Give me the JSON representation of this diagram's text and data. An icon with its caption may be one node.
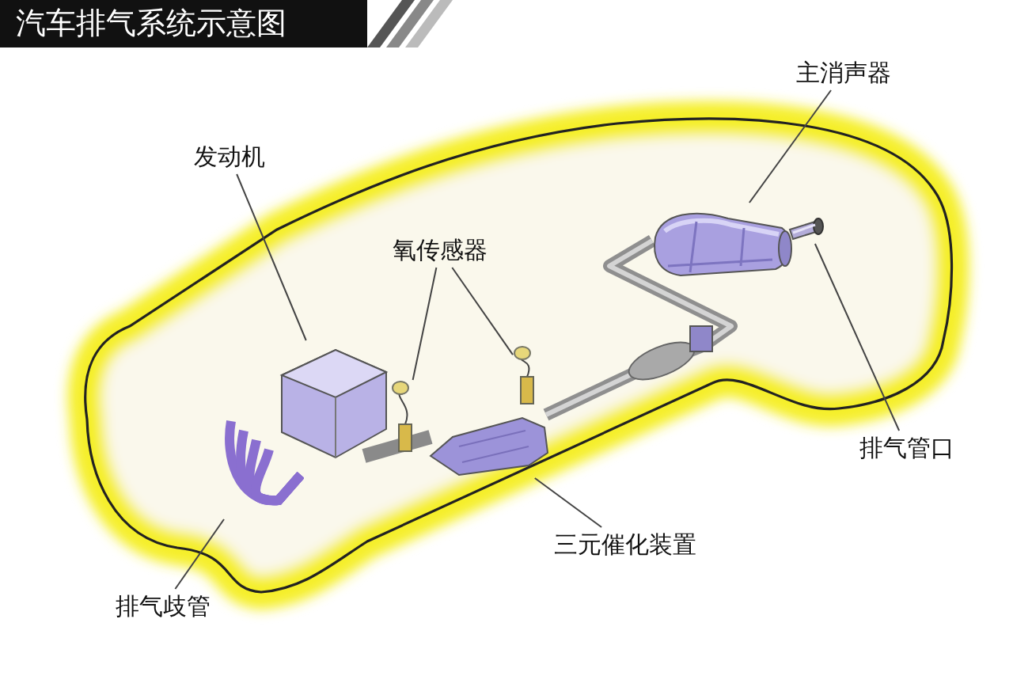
{
  "diagram": {
    "title": "汽车排气系统示意图",
    "nodes": [
      {
        "text": [
          "发动机"
        ]
      },
      {
        "text": [],
        "shape": "picture"
      },
      {
        "text": [
          "氧传感器"
        ]
      },
      {
        "text": [],
        "shape": "picture"
      },
      {
        "text": [],
        "shape": "picture"
      },
      {
        "text": [
          "主消声器"
        ]
      },
      {
        "text": [],
        "shape": "picture"
      },
      {
        "text": [
          "排气管口"
        ]
      },
      {
        "text": [],
        "shape": "picture"
      },
      {
        "text": [
          "三元催化装置"
        ]
      },
      {
        "text": [],
        "shape": "picture"
      },
      {
        "text": [
          "排气歧管"
        ]
      },
      {
        "text": [],
        "shape": "picture"
      }
    ],
    "edges": [
      {
        "from": 0,
        "to": 1,
        "arrow": "none"
      },
      {
        "from": 2,
        "to": 3,
        "arrow": "none"
      },
      {
        "from": 2,
        "to": 4,
        "arrow": "none"
      },
      {
        "from": 5,
        "to": 6,
        "arrow": "none"
      },
      {
        "from": 7,
        "to": 8,
        "arrow": "none"
      },
      {
        "from": 9,
        "to": 10,
        "arrow": "none"
      },
      {
        "from": 11,
        "to": 12,
        "arrow": "none"
      }
    ]
  }
}
